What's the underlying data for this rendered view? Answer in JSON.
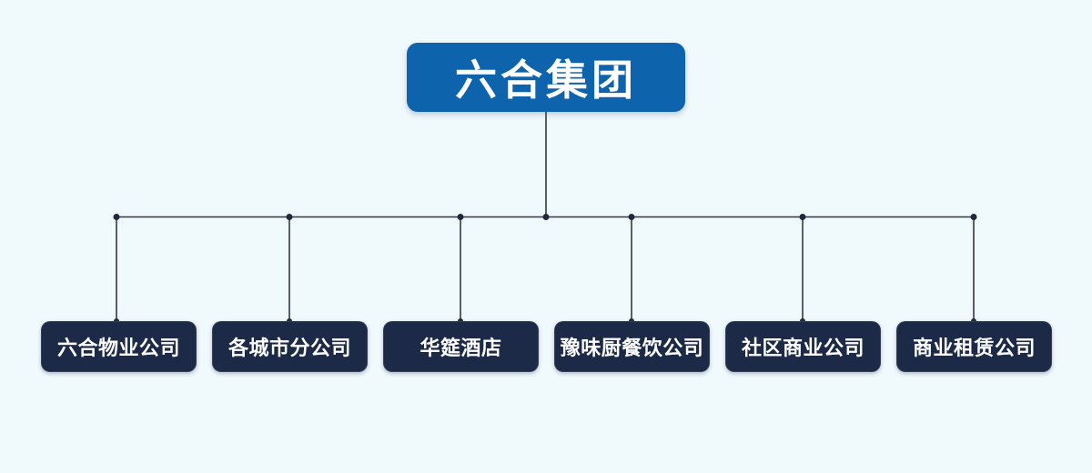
{
  "colors": {
    "background": "#F0F9FC",
    "root_fill": "#0E63AD",
    "child_fill": "#1C2A47",
    "line": "#35383F",
    "dot": "#20283F",
    "text": "#FFFFFF"
  },
  "org_chart": {
    "type": "organization-chart",
    "root": {
      "label": "六合集团"
    },
    "children": [
      {
        "label": "六合物业公司"
      },
      {
        "label": "各城市分公司"
      },
      {
        "label": "华筵酒店"
      },
      {
        "label": "豫味厨餐饮公司"
      },
      {
        "label": "社区商业公司"
      },
      {
        "label": "商业租赁公司"
      }
    ]
  }
}
